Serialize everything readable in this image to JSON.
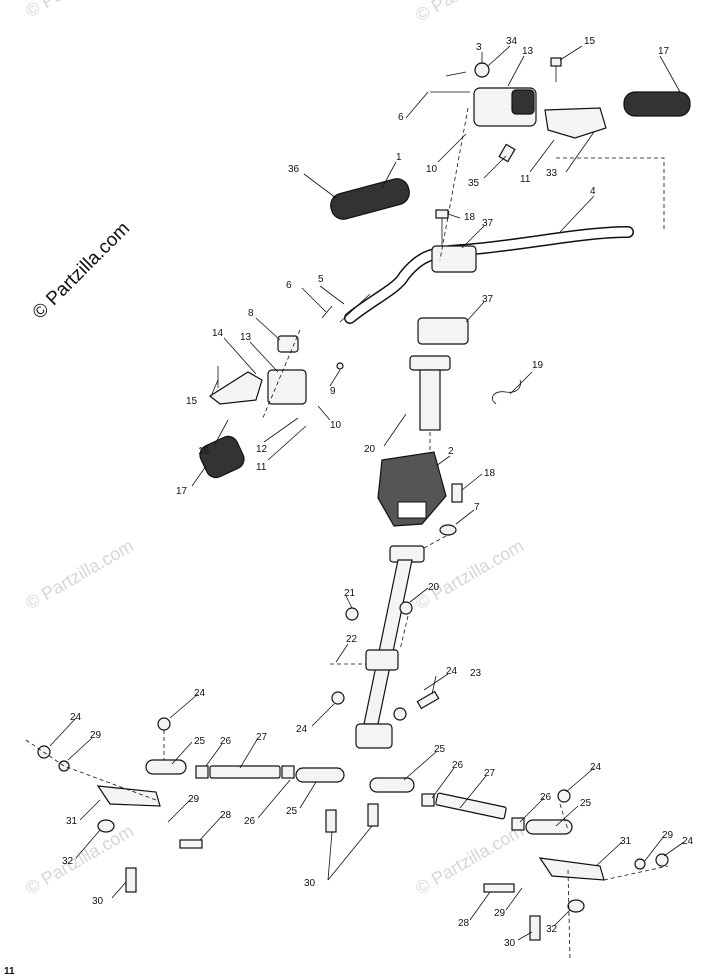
{
  "watermark": {
    "main": "© Partzilla.com",
    "faint": "© Partzilla.com"
  },
  "page_number": "11",
  "part_numbers": {
    "p1": "1",
    "p2": "2",
    "p3": "3",
    "p4": "4",
    "p5": "5",
    "p6": "6",
    "p7": "7",
    "p8": "8",
    "p9": "9",
    "p10": "10",
    "p11": "11",
    "p12": "12",
    "p13": "13",
    "p14": "14",
    "p15": "15",
    "p16": "16",
    "p17": "17",
    "p18": "18",
    "p19": "19",
    "p20": "20",
    "p21": "21",
    "p22": "22",
    "p23": "23",
    "p24": "24",
    "p25": "25",
    "p26": "26",
    "p27": "27",
    "p28": "28",
    "p29": "29",
    "p30": "30",
    "p31": "31",
    "p32": "32",
    "p33": "33",
    "p34": "34",
    "p35": "35",
    "p36": "36",
    "p37": "37"
  }
}
